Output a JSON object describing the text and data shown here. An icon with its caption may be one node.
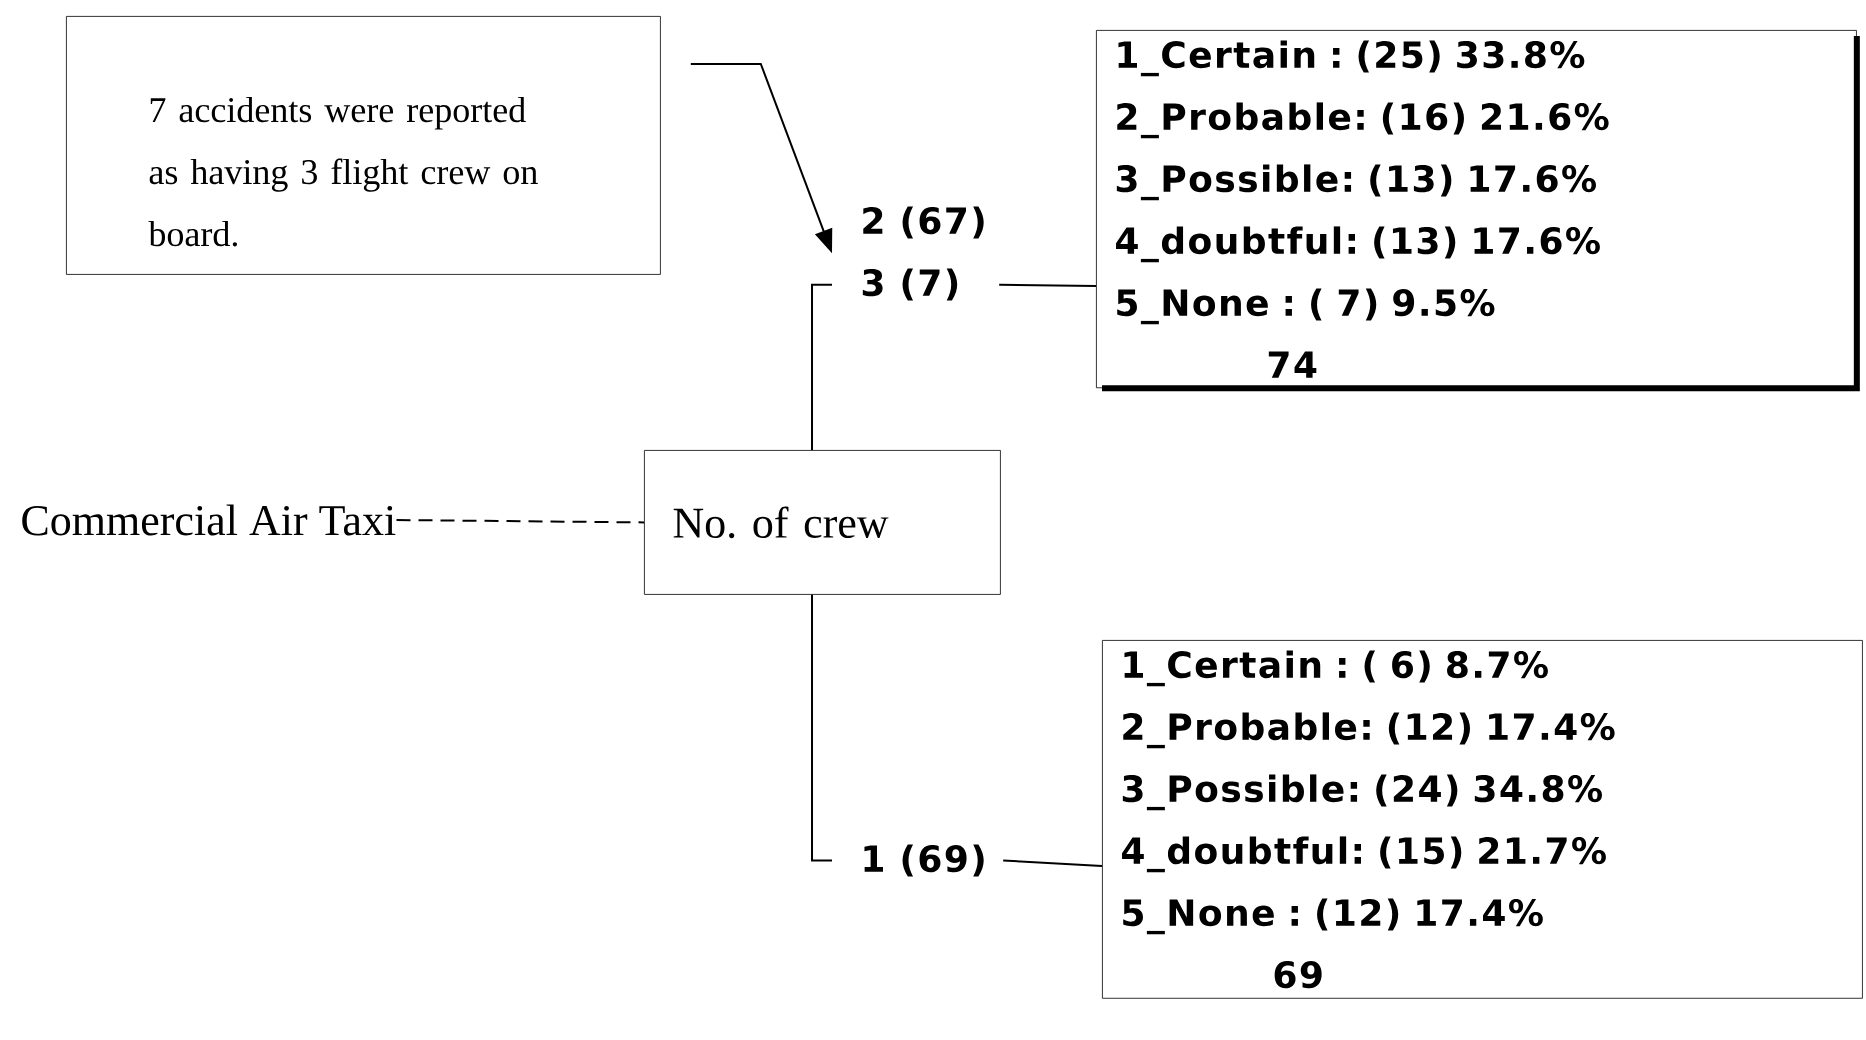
{
  "diagram": {
    "nodes": [
      {
        "text": [
          "7 accidents were reported as having 3 flight crew on board."
        ]
      },
      {
        "text": [
          "Commercial Air Taxi"
        ]
      },
      {
        "text": [
          "No. of crew"
        ]
      },
      {
        "text": [
          "2 (67)",
          "3 (7)"
        ]
      },
      {
        "text": [
          "1_Certain : (25) 33.8%",
          "2_Probable: (16) 21.6%",
          "3_Possible: (13) 17.6%",
          "4_doubtful: (13) 17.6%",
          "5_None : ( 7) 9.5%",
          "74"
        ]
      },
      {
        "text": [
          "1 (69)"
        ]
      },
      {
        "text": [
          "1_Certain : ( 6) 8.7%",
          "2_Probable: (12) 17.4%",
          "3_Possible: (24) 34.8%",
          "4_doubtful: (15) 21.7%",
          "5_None : (12) 17.4%",
          "69"
        ]
      }
    ],
    "edges": [
      {
        "from": 0,
        "to": 3,
        "arrow": "to"
      },
      {
        "from": 1,
        "to": 2,
        "arrow": "none",
        "style": "dashed"
      },
      {
        "from": 2,
        "to": 3,
        "arrow": "none"
      },
      {
        "from": 2,
        "to": 5,
        "arrow": "none"
      },
      {
        "from": 3,
        "to": 4,
        "arrow": "none"
      },
      {
        "from": 5,
        "to": 6,
        "arrow": "none"
      }
    ]
  }
}
